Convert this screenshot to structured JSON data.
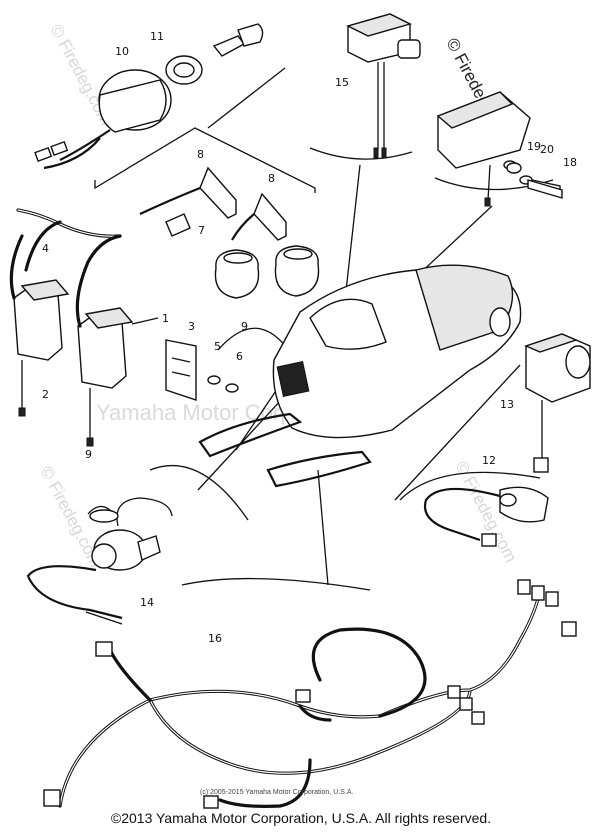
{
  "diagram": {
    "part_labels": [
      "1",
      "2",
      "3",
      "4",
      "5",
      "6",
      "7",
      "8",
      "8",
      "9",
      "9",
      "10",
      "11",
      "12",
      "13",
      "14",
      "15",
      "16",
      "18",
      "19",
      "20"
    ],
    "watermarks": {
      "corner": "© Firedeg.com",
      "diagonal": "© Firedeg.com",
      "center": "Yamaha Motor Corp. U.S.A."
    },
    "small_copyright": "(c) 2005-2015 Yamaha Motor Corporation, U.S.A."
  },
  "footer": {
    "copyright": "©2013 Yamaha Motor Corporation, U.S.A. All rights reserved."
  }
}
